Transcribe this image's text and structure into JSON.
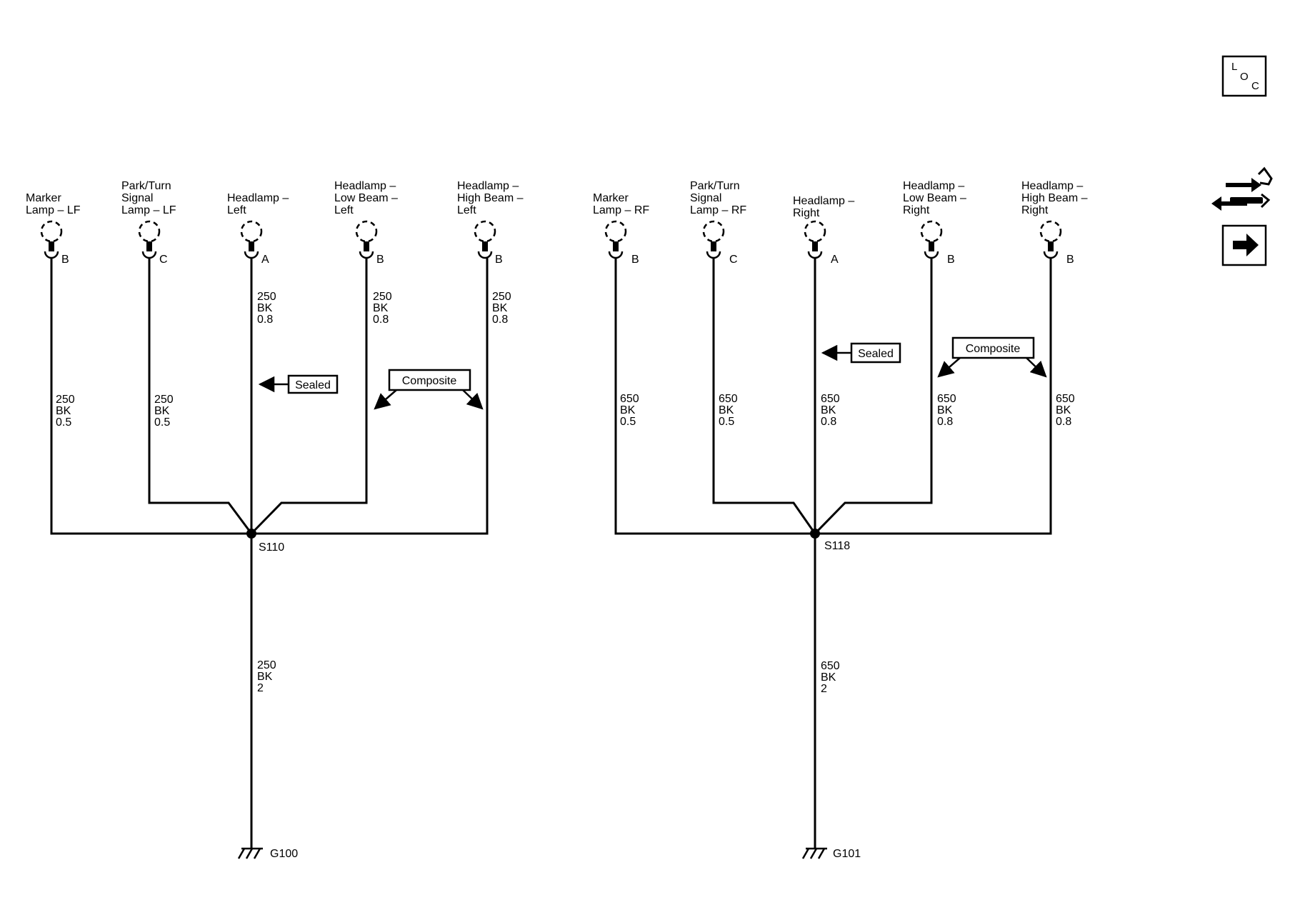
{
  "groups": [
    {
      "id": "left",
      "splice": "S110",
      "ground": "G100",
      "trunk_wire": [
        "250",
        "BK",
        "2"
      ],
      "sealed_label": "Sealed",
      "composite_label": "Composite",
      "lamps": [
        {
          "name": [
            "Marker",
            "Lamp – LF"
          ],
          "pin": "B",
          "wire": [
            "250",
            "BK",
            "0.5"
          ]
        },
        {
          "name": [
            "Park/Turn",
            "Signal",
            "Lamp – LF"
          ],
          "pin": "C",
          "wire": [
            "250",
            "BK",
            "0.5"
          ]
        },
        {
          "name": [
            "Headlamp –",
            "Left"
          ],
          "pin": "A",
          "wire": [
            "250",
            "BK",
            "0.8"
          ]
        },
        {
          "name": [
            "Headlamp –",
            "Low Beam –",
            "Left"
          ],
          "pin": "B",
          "wire": [
            "250",
            "BK",
            "0.8"
          ]
        },
        {
          "name": [
            "Headlamp –",
            "High Beam –",
            "Left"
          ],
          "pin": "B",
          "wire": [
            "250",
            "BK",
            "0.8"
          ]
        }
      ]
    },
    {
      "id": "right",
      "splice": "S118",
      "ground": "G101",
      "trunk_wire": [
        "650",
        "BK",
        "2"
      ],
      "sealed_label": "Sealed",
      "composite_label": "Composite",
      "lamps": [
        {
          "name": [
            "Marker",
            "Lamp – RF"
          ],
          "pin": "B",
          "wire": [
            "650",
            "BK",
            "0.5"
          ]
        },
        {
          "name": [
            "Park/Turn",
            "Signal",
            "Lamp – RF"
          ],
          "pin": "C",
          "wire": [
            "650",
            "BK",
            "0.5"
          ]
        },
        {
          "name": [
            "Headlamp –",
            "Right"
          ],
          "pin": "A",
          "wire": [
            "650",
            "BK",
            "0.8"
          ]
        },
        {
          "name": [
            "Headlamp –",
            "Low Beam –",
            "Right"
          ],
          "pin": "B",
          "wire": [
            "650",
            "BK",
            "0.8"
          ]
        },
        {
          "name": [
            "Headlamp –",
            "High Beam –",
            "Right"
          ],
          "pin": "B",
          "wire": [
            "650",
            "BK",
            "0.8"
          ]
        }
      ]
    }
  ],
  "side_icons": {
    "loc": [
      "L",
      "O",
      "C"
    ],
    "service_icon": "wrench-arrows-icon",
    "next_icon": "right-arrow-icon"
  }
}
